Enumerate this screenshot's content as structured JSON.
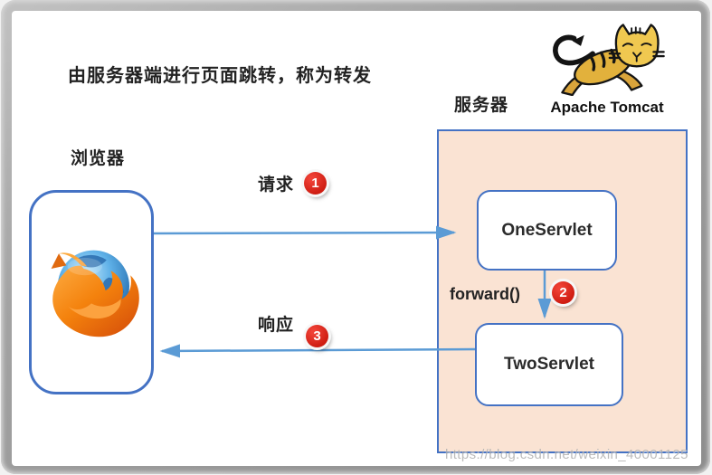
{
  "title": "由服务器端进行页面跳转，称为转发",
  "browser": {
    "label": "浏览器"
  },
  "server": {
    "label": "服务器",
    "logo_caption": "Apache Tomcat"
  },
  "servlets": [
    {
      "name": "OneServlet"
    },
    {
      "name": "TwoServlet"
    }
  ],
  "flows": [
    {
      "label": "请求",
      "badge": "1"
    },
    {
      "label": "forward()",
      "badge": "2"
    },
    {
      "label": "响应",
      "badge": "3"
    }
  ],
  "watermark": "https://blog.csdn.net/weixin_40001125",
  "colors": {
    "box_border": "#4472C4",
    "arrow": "#5B9BD5",
    "server_fill": "#FAE3D3",
    "badge_red": "#D6281E"
  }
}
